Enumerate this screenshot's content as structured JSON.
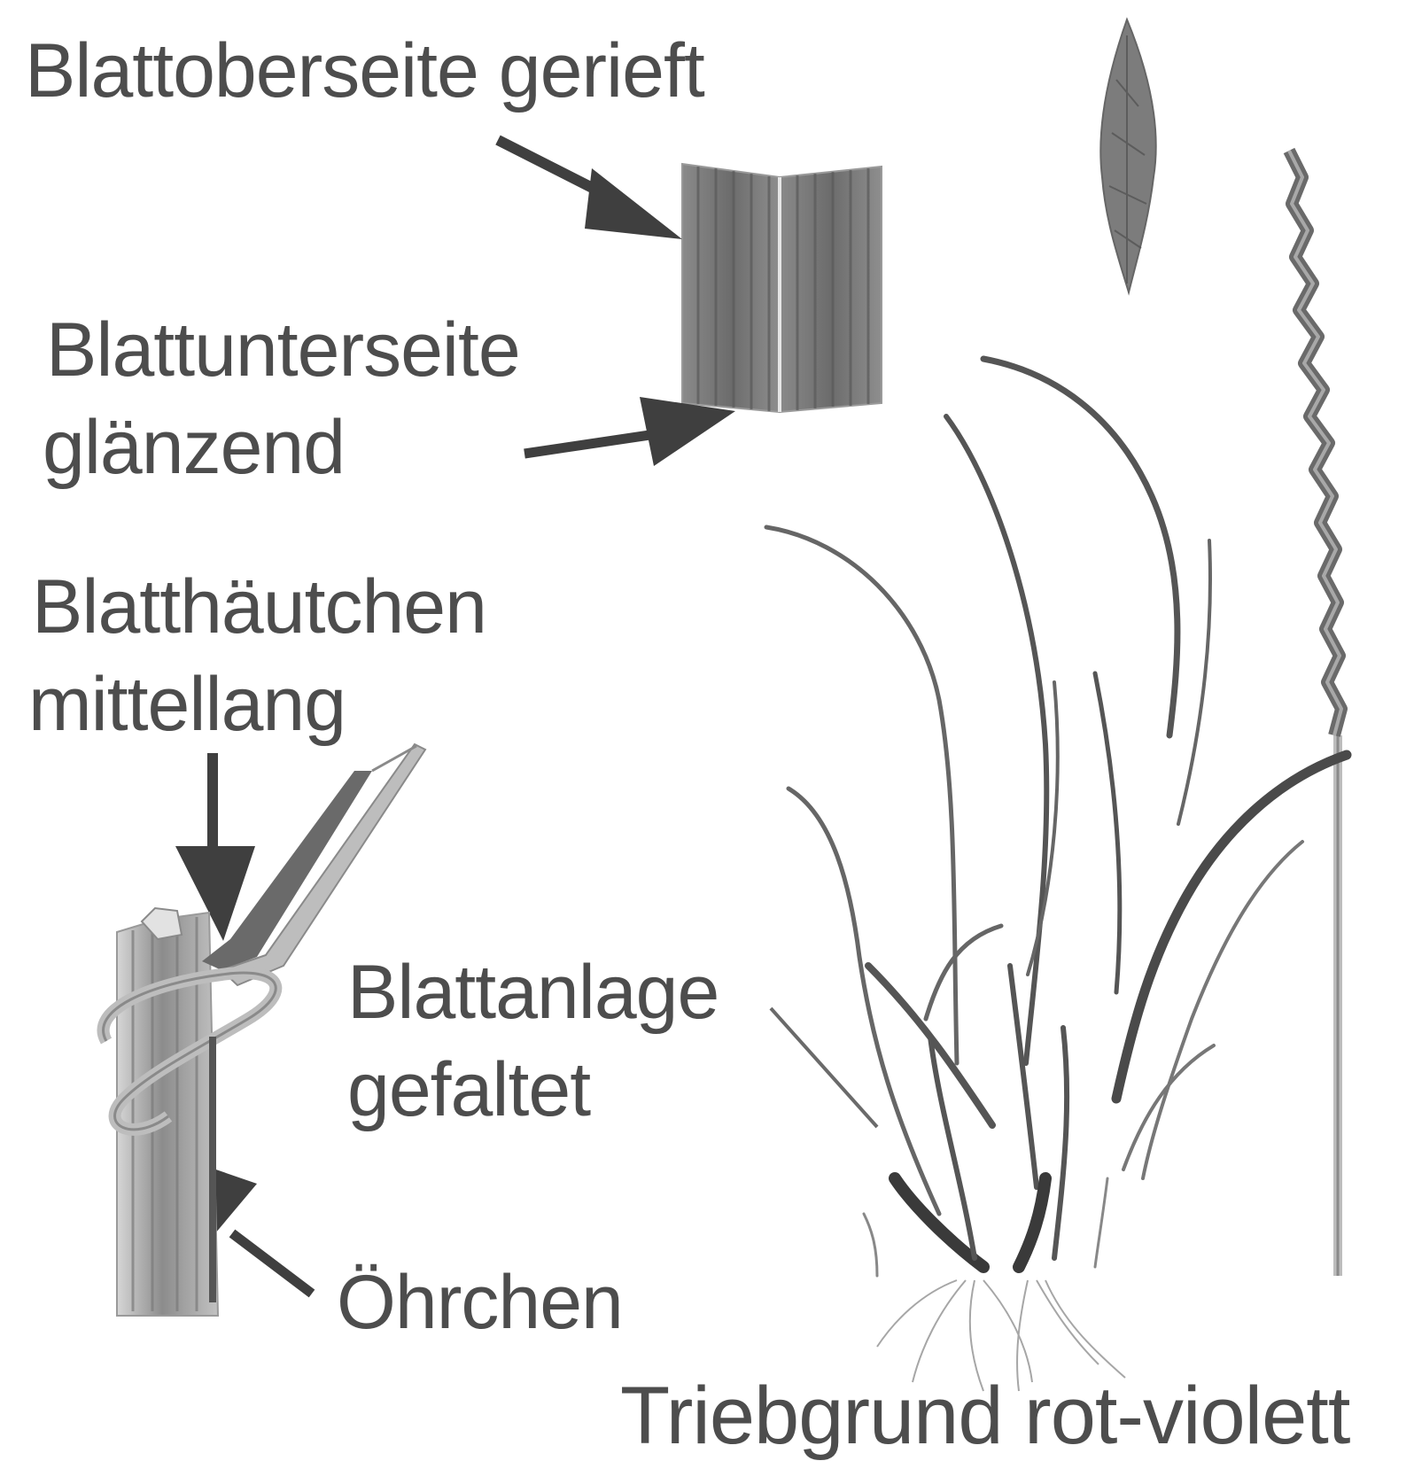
{
  "labels": {
    "upper_side": "Blattoberseite gerieft",
    "lower_side_line1": "Blattunterseite",
    "lower_side_line2": "glänzend",
    "ligule_line1": "Blatthäutchen",
    "ligule_line2": "mittellang",
    "vernation_line1": "Blattanlage",
    "vernation_line2": "gefaltet",
    "auricle": "Öhrchen",
    "shoot_base": "Triebgrund rot-violett"
  },
  "colors": {
    "ink": "#4d4d4d",
    "dark": "#3a3a3a",
    "mid": "#7a7a7a",
    "light": "#b8b8b8",
    "background": "#ffffff"
  }
}
